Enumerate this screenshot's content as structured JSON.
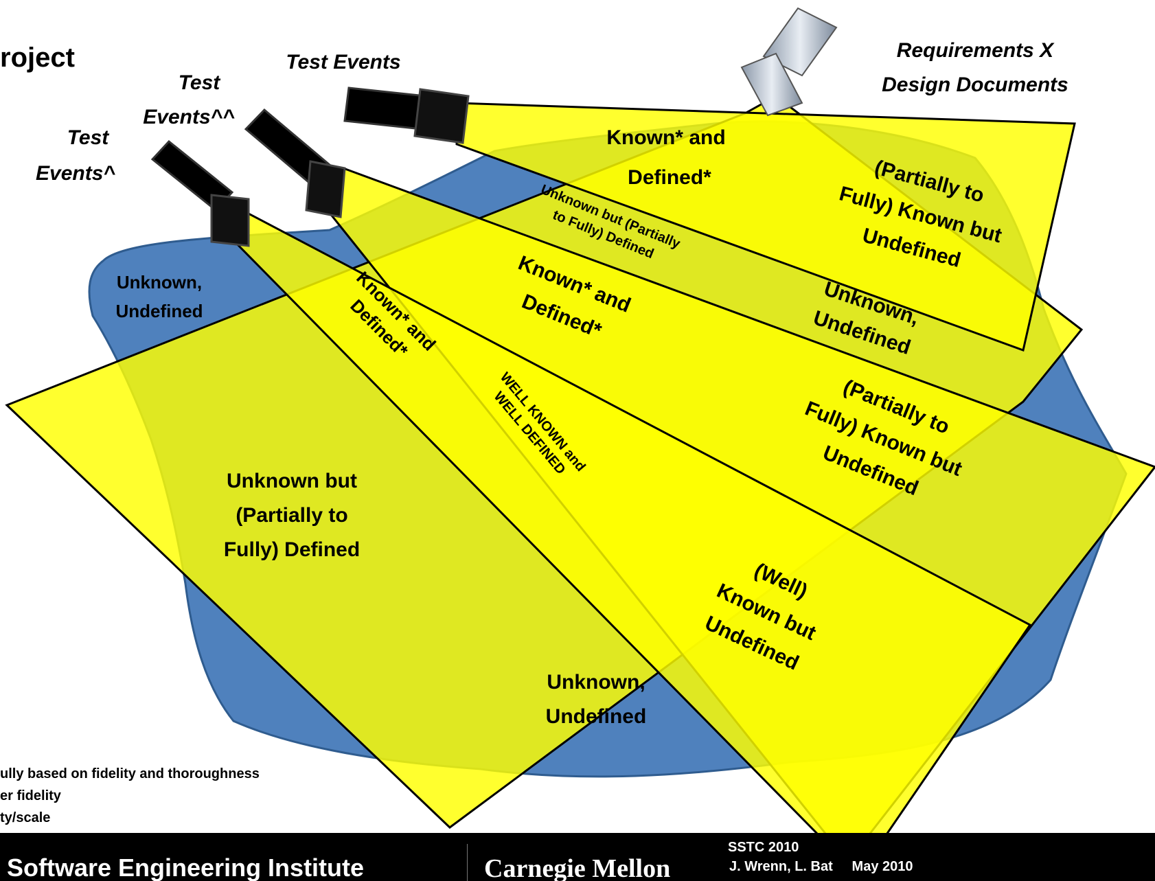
{
  "slide": {
    "title_fragment": "roject",
    "sources": {
      "test_events_a": "Test Events",
      "test_events_b": [
        "Test",
        "Events^^"
      ],
      "test_events_c": [
        "Test",
        "Events^"
      ],
      "requirements": [
        "Requirements X",
        "Design Documents"
      ]
    },
    "regions": {
      "r1": [
        "Known* and",
        "Defined*"
      ],
      "r2": [
        "(Partially to",
        "Fully) Known but",
        "Undefined"
      ],
      "r3": [
        "Unknown but (Partially",
        "to Fully) Defined"
      ],
      "r4": [
        "Unknown,",
        "Undefined"
      ],
      "r5": [
        "Known* and",
        "Defined*"
      ],
      "r6": [
        "Unknown,",
        "Undefined"
      ],
      "r7": [
        "Known* and",
        "Defined*"
      ],
      "r8": [
        "WELL KNOWN and",
        "WELL DEFINED"
      ],
      "r9": [
        "(Partially to",
        "Fully) Known but",
        "Undefined"
      ],
      "r10": [
        "Unknown but",
        "(Partially to",
        "Fully) Defined"
      ],
      "r11": [
        "(Well)",
        "Known but",
        "Undefined"
      ],
      "r12": [
        "Unknown,",
        "Undefined"
      ]
    },
    "notes": [
      "ully based on fidelity and thoroughness",
      "er fidelity",
      "ty/scale"
    ]
  },
  "footer": {
    "organization": "Software Engineering Institute",
    "university": "Carnegie Mellon",
    "event": "SSTC 2010",
    "line2": "J. Wrenn, L. Bat      May 2010"
  },
  "colors": {
    "blob": "#4f81bd",
    "beam": "#ffff00",
    "flashlight": "#000000",
    "footer": "#000000"
  }
}
